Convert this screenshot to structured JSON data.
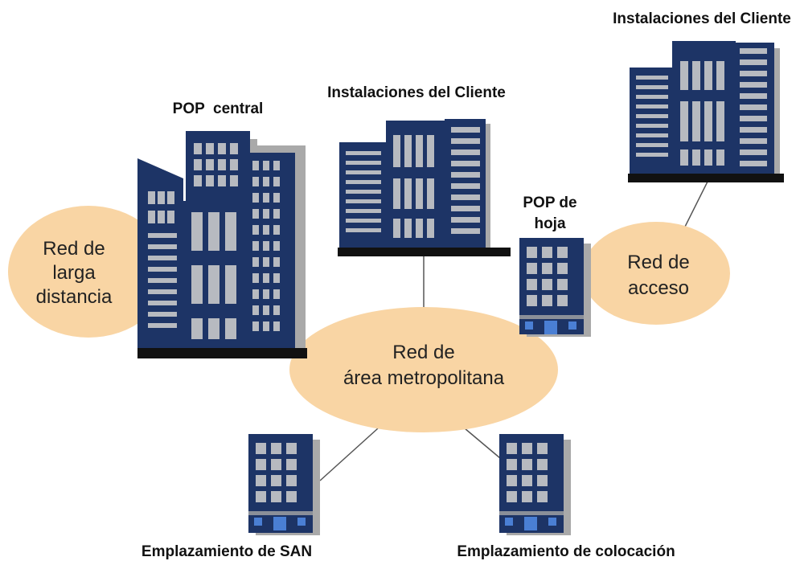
{
  "diagram": {
    "networks": {
      "long_distance": {
        "line1": "Red de",
        "line2": "larga",
        "line3": "distancia"
      },
      "metro": {
        "line1": "Red de",
        "line2": "área metropolitana"
      },
      "access": {
        "line1": "Red de",
        "line2": "acceso"
      }
    },
    "sites": {
      "central_pop": "POP  central",
      "customer_premises_1": "Instalaciones del Cliente",
      "customer_premises_2": "Instalaciones del Cliente",
      "leaf_pop": {
        "line1": "POP de",
        "line2": "hoja"
      },
      "san_site": "Emplazamiento de SAN",
      "colocation_site": "Emplazamiento de colocación"
    },
    "colors": {
      "network_fill": "#f9d5a4",
      "building": "#1d3466",
      "building_shadow": "#a9a9a9",
      "window": "#b7bac0",
      "base": "#111111",
      "link": "#555555"
    }
  }
}
